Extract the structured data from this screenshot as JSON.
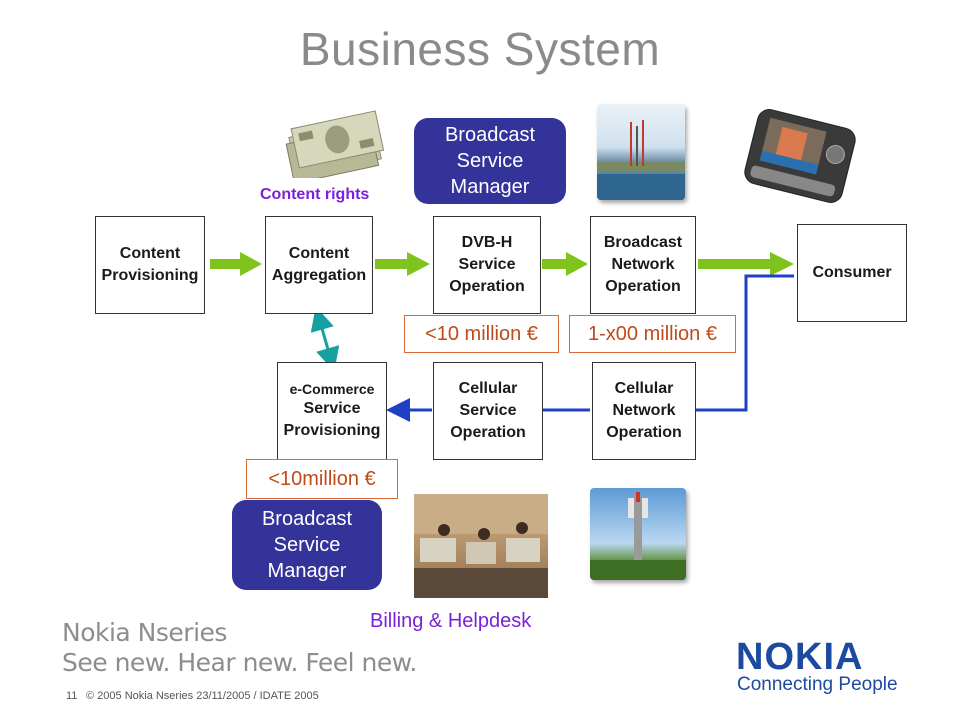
{
  "title": "Business System",
  "boxes": {
    "content_provisioning": "Content\nProvisioning",
    "content_aggregation": "Content\nAggregation",
    "dvbh": "DVB-H\nService\nOperation",
    "broadcast_network": "Broadcast\nNetwork\nOperation",
    "consumer": "Consumer",
    "ecommerce_line1": "e-Commerce",
    "ecommerce_line2": "Service\nProvisioning",
    "cellular_service": "Cellular\nService\nOperation",
    "cellular_network": "Cellular\nNetwork\nOperation"
  },
  "managers": {
    "top": "Broadcast\nService\nManager",
    "bottom": "Broadcast\nService\nManager"
  },
  "labels": {
    "content_rights": "Content rights",
    "billing_helpdesk": "Billing & Helpdesk"
  },
  "prices": {
    "dvbh": "<10 million €",
    "broadcast_network": "1-x00 million €",
    "ecommerce": "<10million €"
  },
  "footer": {
    "brand": "Nokia Nseries",
    "tagline": "See new. Hear new. Feel new.",
    "page_number": "11",
    "copyright": "© 2005 Nokia Nseries  23/11/2005 / IDATE 2005",
    "logo": "NOKIA",
    "slogan": "Connecting People"
  },
  "colors": {
    "green_arrow": "#7fc31c",
    "blue_line": "#1f3fc4",
    "teal_arrow": "#16a0a0",
    "manager_bg": "#33339a"
  }
}
